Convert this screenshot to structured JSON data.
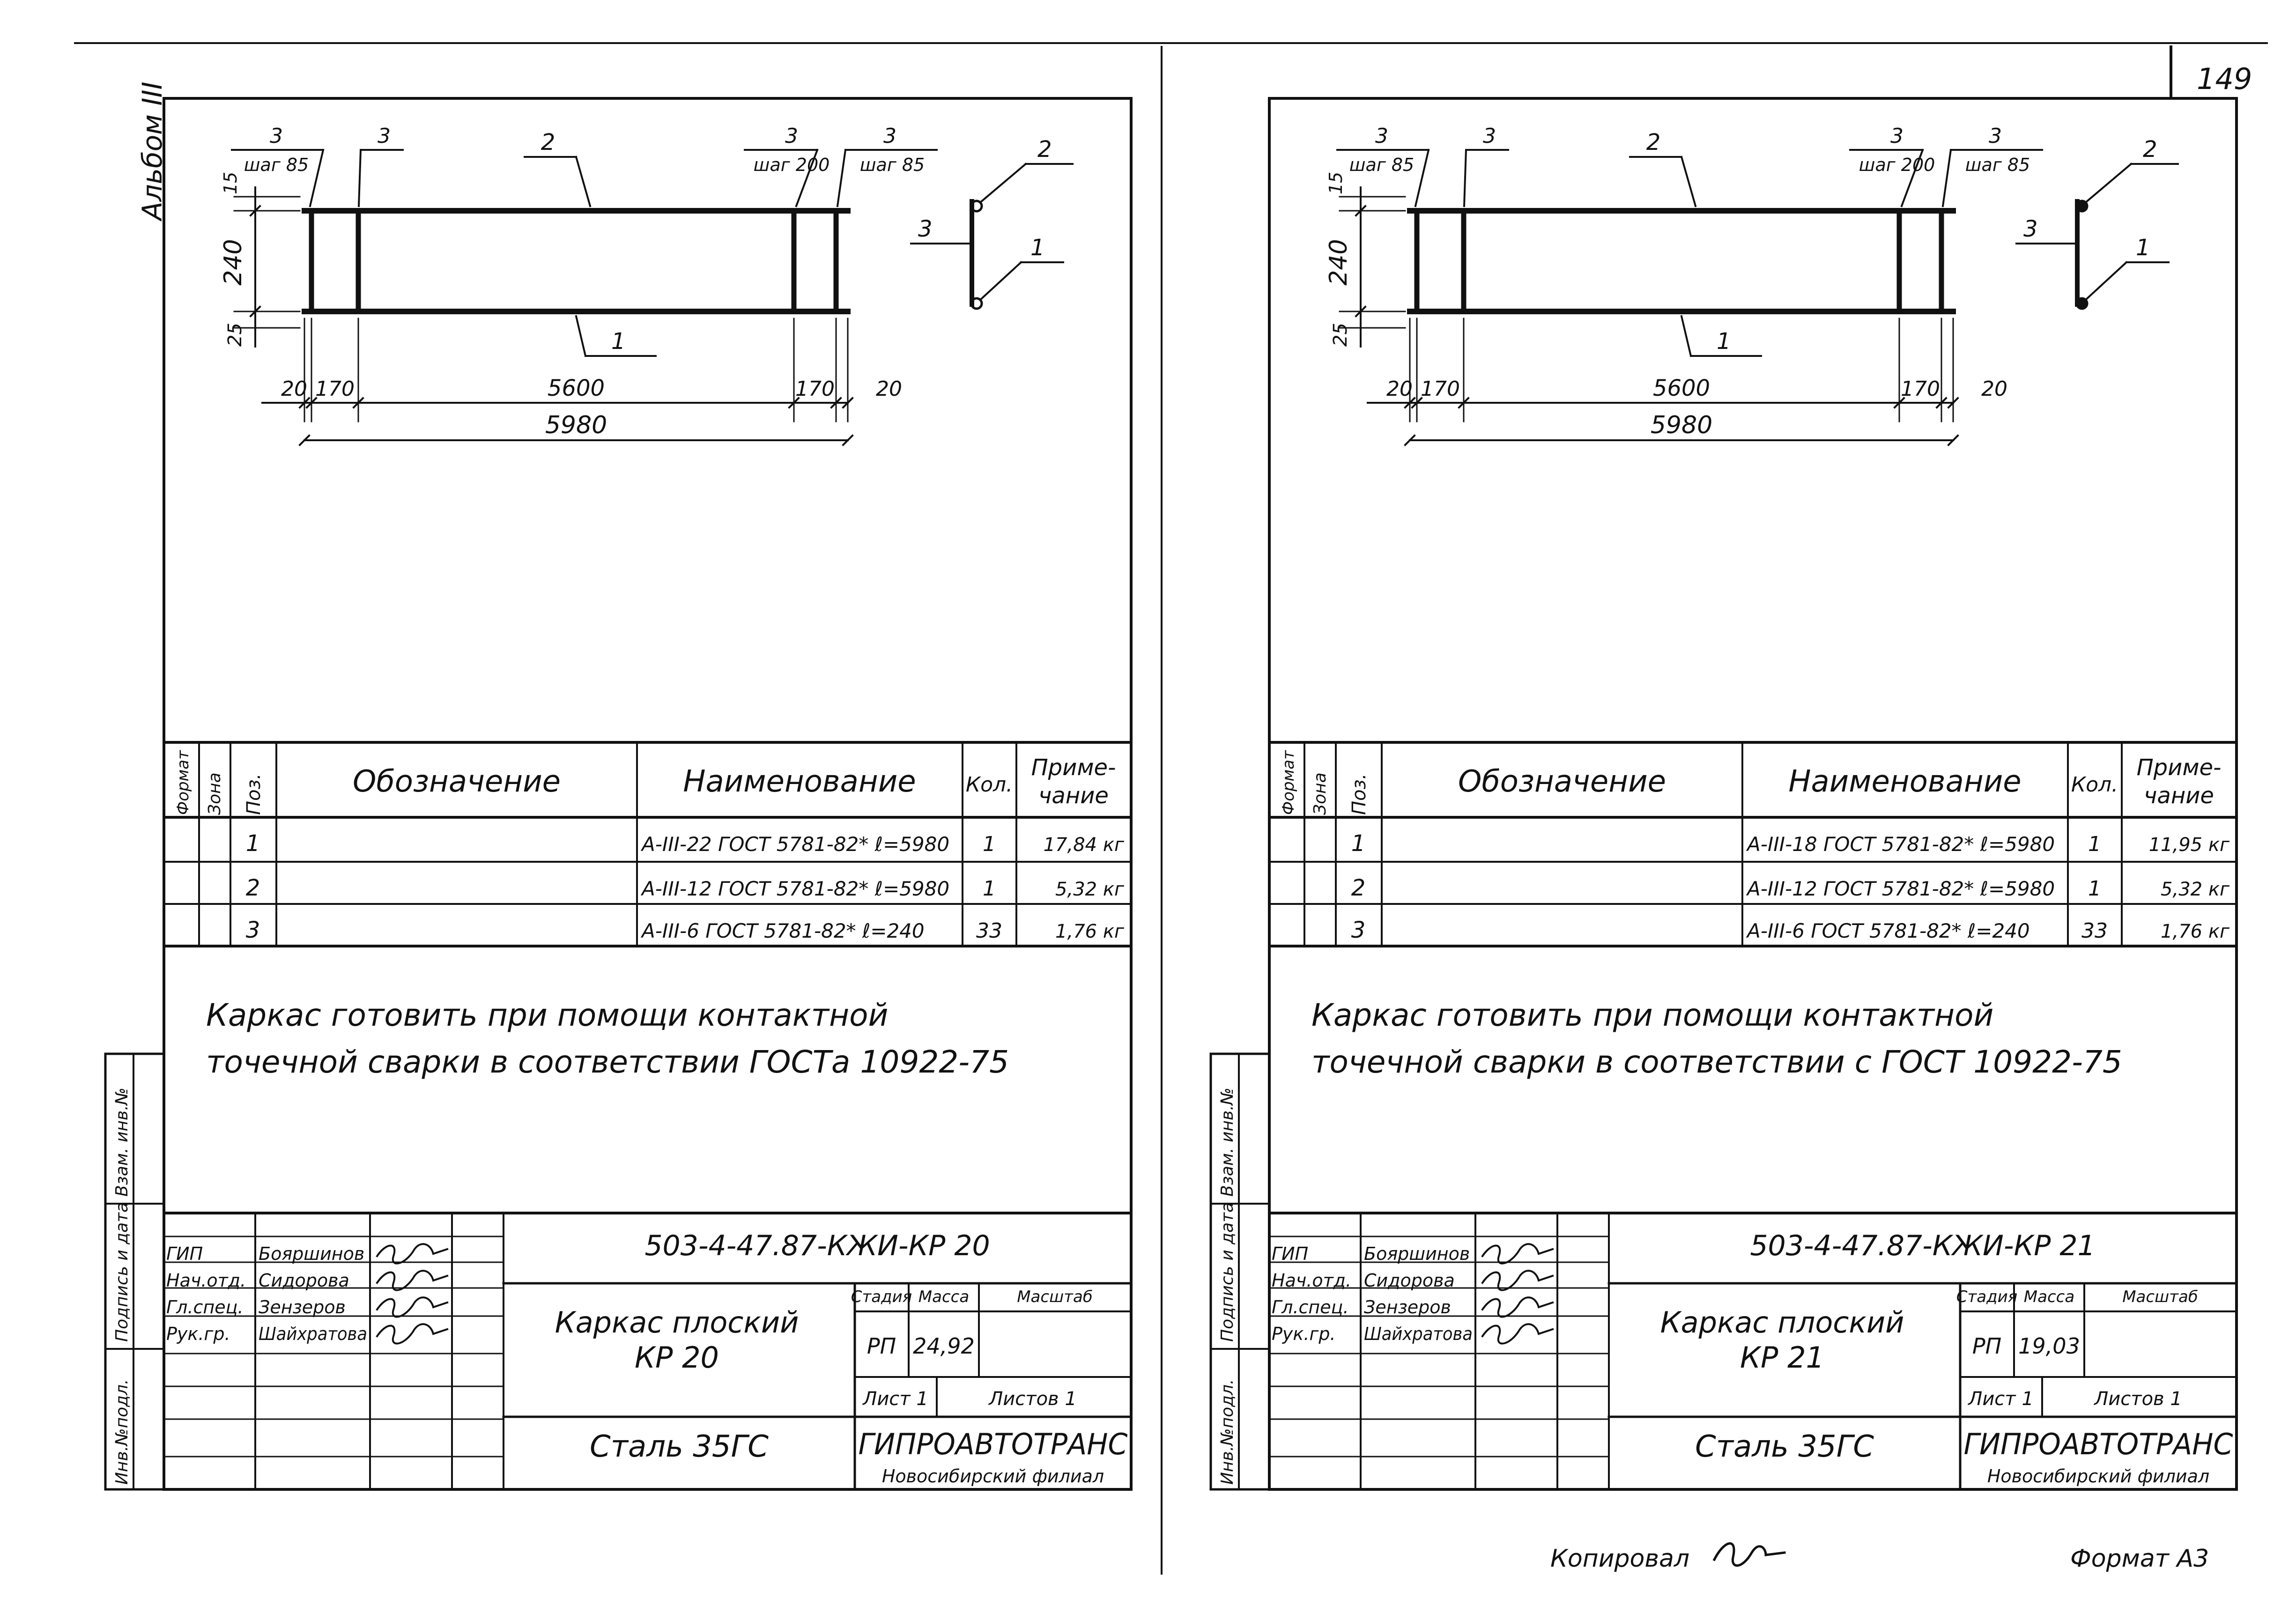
{
  "page_number": "149",
  "album_label": "Альбом III",
  "copied_label": "Копировал",
  "format_label": "Формат А3",
  "side_labels": [
    "Инв.№подл.",
    "Подпись и дата",
    "Взам. инв.№"
  ],
  "table_headers": {
    "format": "Формат",
    "zone": "Зона",
    "pos": "Поз.",
    "designation": "Обозначение",
    "name": "Наименование",
    "qty": "Кол.",
    "note": "Приме-чание"
  },
  "stamp_headers": {
    "stage": "Стадия",
    "mass": "Масса",
    "scale": "Масштаб"
  },
  "roles": [
    "ГИП",
    "Нач.отд.",
    "Гл.спец.",
    "Рук.гр."
  ],
  "people": [
    "Бояршинов",
    "Сидорова",
    "Зензеров",
    "Шайхратова"
  ],
  "sheets": [
    {
      "drawing": {
        "dims_top": [
          "3",
          "шаг 85",
          "3",
          "2",
          "3",
          "шаг 200",
          "3",
          "шаг 85"
        ],
        "dim_vertical": [
          "15",
          "240",
          "25"
        ],
        "dims_bottom": [
          "20",
          "170",
          "5600",
          "170",
          "20"
        ],
        "dim_total": "5980",
        "callouts": [
          "1",
          "2",
          "3",
          "1"
        ]
      },
      "rows": [
        {
          "pos": "1",
          "name": "А-III-22 ГОСТ 5781-82* ℓ=5980",
          "qty": "1",
          "note": "17,84 кг"
        },
        {
          "pos": "2",
          "name": "А-III-12 ГОСТ 5781-82* ℓ=5980",
          "qty": "1",
          "note": "5,32 кг"
        },
        {
          "pos": "3",
          "name": "А-III-6 ГОСТ 5781-82* ℓ=240",
          "qty": "33",
          "note": "1,76 кг"
        }
      ],
      "note_line1": "Каркас готовить при помощи контактной",
      "note_line2": "точечной сварки в соответствии ГОСТа 10922-75",
      "code": "503-4-47.87-КЖИ-КР 20",
      "title_line1": "Каркас плоский",
      "title_line2": "КР 20",
      "stage": "РП",
      "mass": "24,92",
      "sheet_label": "Лист 1",
      "sheets_label": "Листов 1",
      "material": "Сталь 35ГС",
      "org": "ГИПРОАВТОТРАНС",
      "branch": "Новосибирский филиал"
    },
    {
      "drawing": {
        "dims_top": [
          "3",
          "шаг 85",
          "3",
          "2",
          "3",
          "шаг 200",
          "3",
          "шаг 85"
        ],
        "dim_vertical": [
          "15",
          "240",
          "25"
        ],
        "dims_bottom": [
          "20",
          "170",
          "5600",
          "170",
          "20"
        ],
        "dim_total": "5980",
        "callouts": [
          "1",
          "2",
          "3",
          "1"
        ]
      },
      "rows": [
        {
          "pos": "1",
          "name": "А-III-18 ГОСТ 5781-82* ℓ=5980",
          "qty": "1",
          "note": "11,95 кг"
        },
        {
          "pos": "2",
          "name": "А-III-12 ГОСТ 5781-82* ℓ=5980",
          "qty": "1",
          "note": "5,32 кг"
        },
        {
          "pos": "3",
          "name": "А-III-6 ГОСТ 5781-82* ℓ=240",
          "qty": "33",
          "note": "1,76 кг"
        }
      ],
      "note_line1": "Каркас готовить при помощи контактной",
      "note_line2": "точечной сварки в соответствии с ГОСТ 10922-75",
      "code": "503-4-47.87-КЖИ-КР 21",
      "title_line1": "Каркас плоский",
      "title_line2": "КР 21",
      "stage": "РП",
      "mass": "19,03",
      "sheet_label": "Лист 1",
      "sheets_label": "Листов 1",
      "material": "Сталь 35ГС",
      "org": "ГИПРОАВТОТРАНС",
      "branch": "Новосибирский филиал"
    }
  ]
}
